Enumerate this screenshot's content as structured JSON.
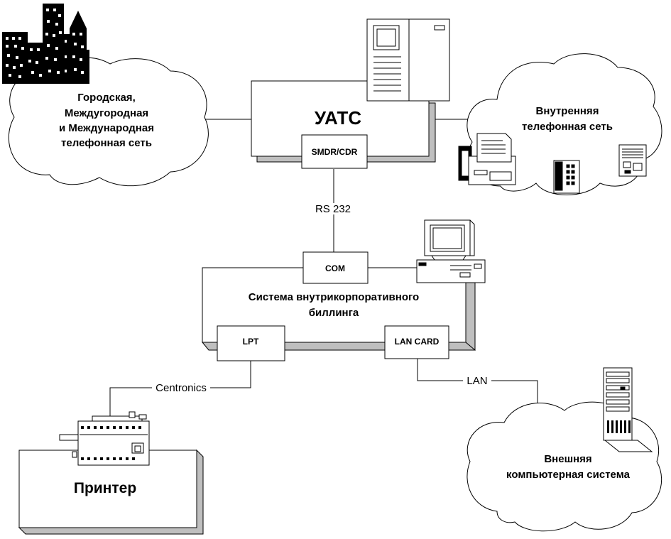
{
  "clouds": {
    "city": {
      "lines": [
        "Городская,",
        "Междугородная",
        "и Международная",
        "телефонная сеть"
      ]
    },
    "internal": {
      "lines": [
        "Внутренняя",
        "телефонная сеть"
      ]
    },
    "external": {
      "lines": [
        "Внешняя",
        "компьютерная система"
      ]
    }
  },
  "pbx": {
    "title": "УАТС",
    "port_label": "SMDR/CDR"
  },
  "links": {
    "rs232": "RS 232",
    "centronics": "Centronics",
    "lan": "LAN"
  },
  "billing": {
    "title_lines": [
      "Система внутрикорпоративного",
      "биллинга"
    ],
    "com_label": "COM",
    "lpt_label": "LPT",
    "lan_card_label": "LAN CARD"
  },
  "printer": {
    "label": "Принтер"
  },
  "colors": {
    "line": "#000000",
    "shadow": "#bfbfbf",
    "fill": "#ffffff"
  }
}
